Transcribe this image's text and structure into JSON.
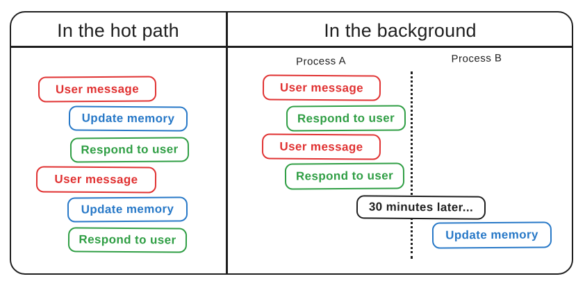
{
  "colors": {
    "red": "#e03131",
    "blue": "#2778c7",
    "green": "#2f9e44",
    "black": "#1e1e1e"
  },
  "panels": {
    "left": {
      "title": "In the hot path",
      "boxes": [
        {
          "label": "User message",
          "color": "red"
        },
        {
          "label": "Update memory",
          "color": "blue"
        },
        {
          "label": "Respond to user",
          "color": "green"
        },
        {
          "label": "User message",
          "color": "red"
        },
        {
          "label": "Update memory",
          "color": "blue"
        },
        {
          "label": "Respond to user",
          "color": "green"
        }
      ]
    },
    "right": {
      "title": "In the background",
      "process_a": {
        "label": "Process A",
        "boxes": [
          {
            "label": "User message",
            "color": "red"
          },
          {
            "label": "Respond to user",
            "color": "green"
          },
          {
            "label": "User message",
            "color": "red"
          },
          {
            "label": "Respond to user",
            "color": "green"
          }
        ]
      },
      "process_b": {
        "label": "Process B",
        "boxes": [
          {
            "label": "Update memory",
            "color": "blue"
          }
        ]
      },
      "interlude": {
        "label": "30 minutes later...",
        "color": "black"
      }
    }
  }
}
